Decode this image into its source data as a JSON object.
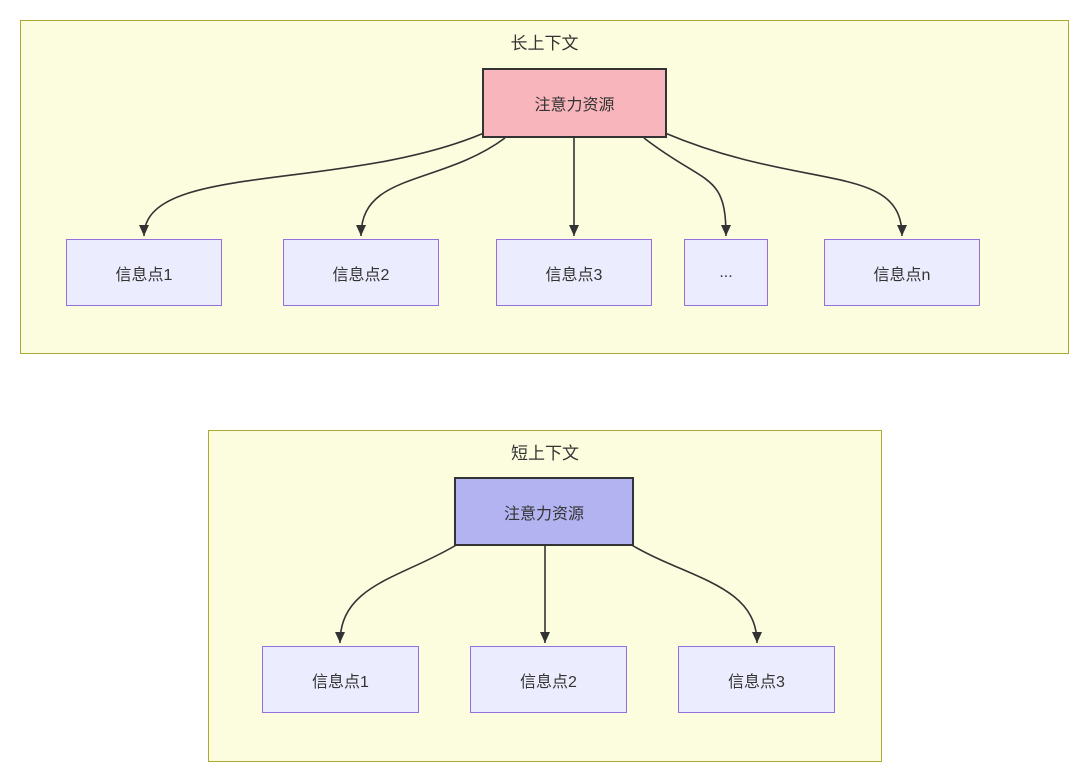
{
  "diagram": {
    "panels": [
      {
        "title": "长上下文",
        "root": {
          "label": "注意力资源"
        },
        "children": [
          {
            "label": "信息点1"
          },
          {
            "label": "信息点2"
          },
          {
            "label": "信息点3"
          },
          {
            "label": "..."
          },
          {
            "label": "信息点n"
          }
        ]
      },
      {
        "title": "短上下文",
        "root": {
          "label": "注意力资源"
        },
        "children": [
          {
            "label": "信息点1"
          },
          {
            "label": "信息点2"
          },
          {
            "label": "信息点3"
          }
        ]
      }
    ],
    "colors": {
      "panel_fill": "#fcfcdf",
      "panel_border": "#aaaa33",
      "node_fill": "#ececff",
      "node_border": "#9370db",
      "long_root_fill": "#f8b6bc",
      "short_root_fill": "#b3b3f1",
      "root_border": "#333333",
      "edge": "#333333",
      "text": "#333333"
    }
  }
}
